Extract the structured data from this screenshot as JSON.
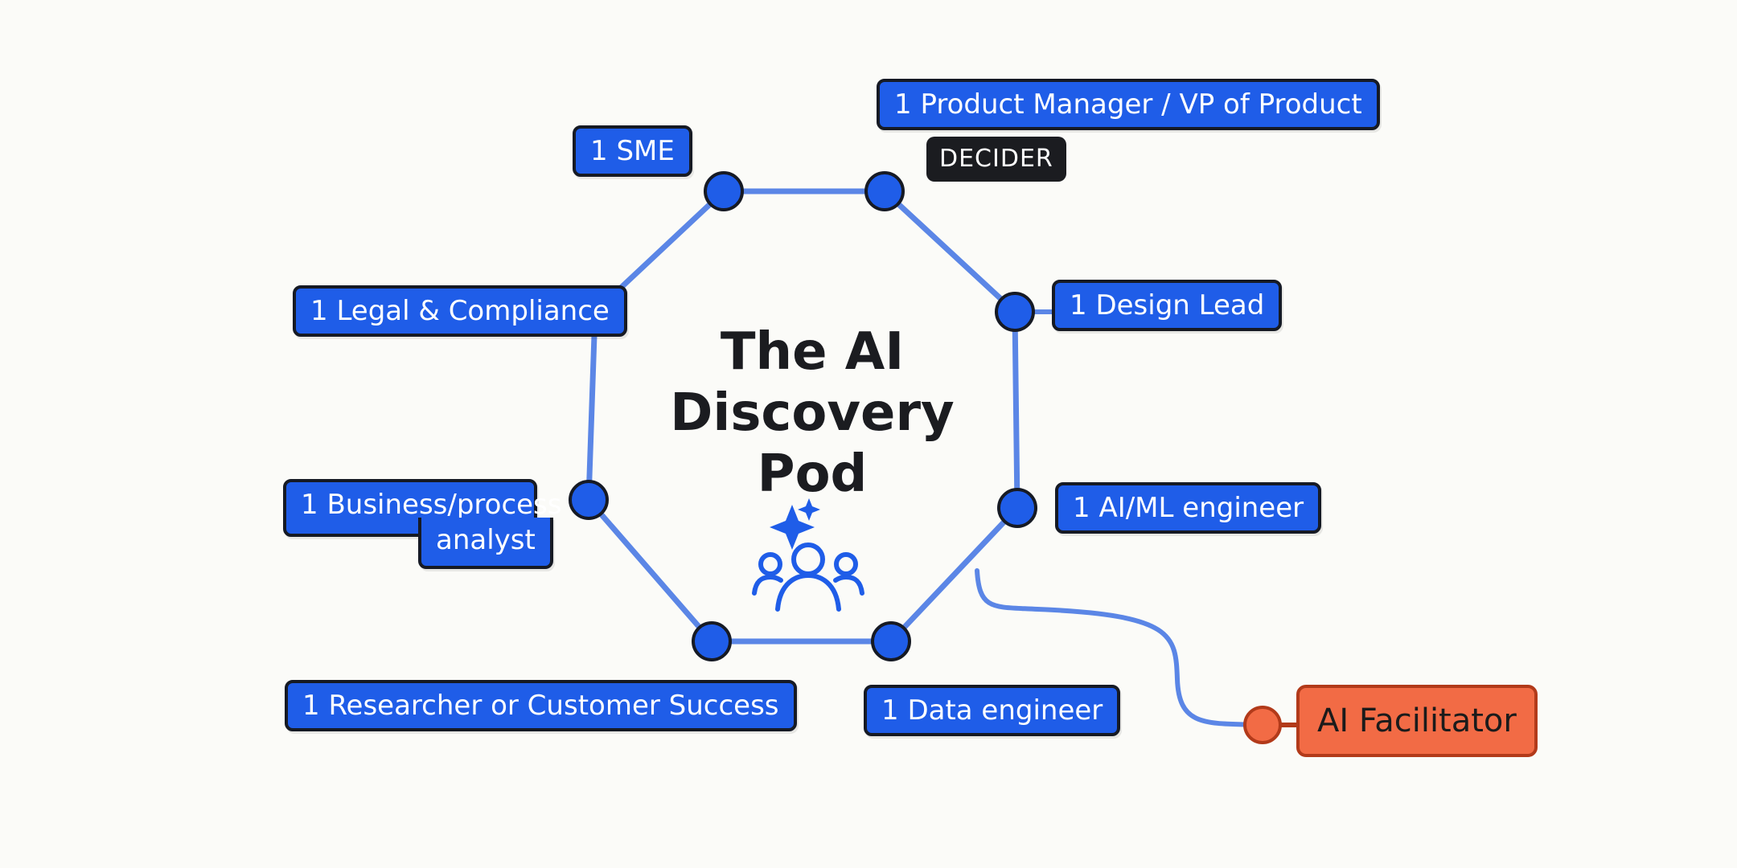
{
  "diagram": {
    "title_lines": [
      "The AI",
      "Discovery",
      "Pod"
    ],
    "roles": {
      "sme": "1 SME",
      "product_manager": "1 Product Manager / VP of Product",
      "decider_tag": "DECIDER",
      "legal": "1 Legal & Compliance",
      "design_lead": "1 Design Lead",
      "business_analyst_line1": "1 Business/process",
      "business_analyst_line2": "analyst",
      "ai_ml_engineer": "1 AI/ML engineer",
      "researcher": "1 Researcher or Customer Success",
      "data_engineer": "1 Data engineer"
    },
    "facilitator": "AI Facilitator",
    "icons": [
      "sparkle-icon",
      "team-icon"
    ],
    "colors": {
      "label_fill": "#1f5de8",
      "label_border": "#161a24",
      "ring_line": "#5b86e6",
      "node_fill": "#1f5de8",
      "decider_fill": "#1b1c20",
      "facilitator_fill": "#f26b45",
      "facilitator_border": "#b23a1a",
      "background": "#fbfbf8"
    }
  }
}
